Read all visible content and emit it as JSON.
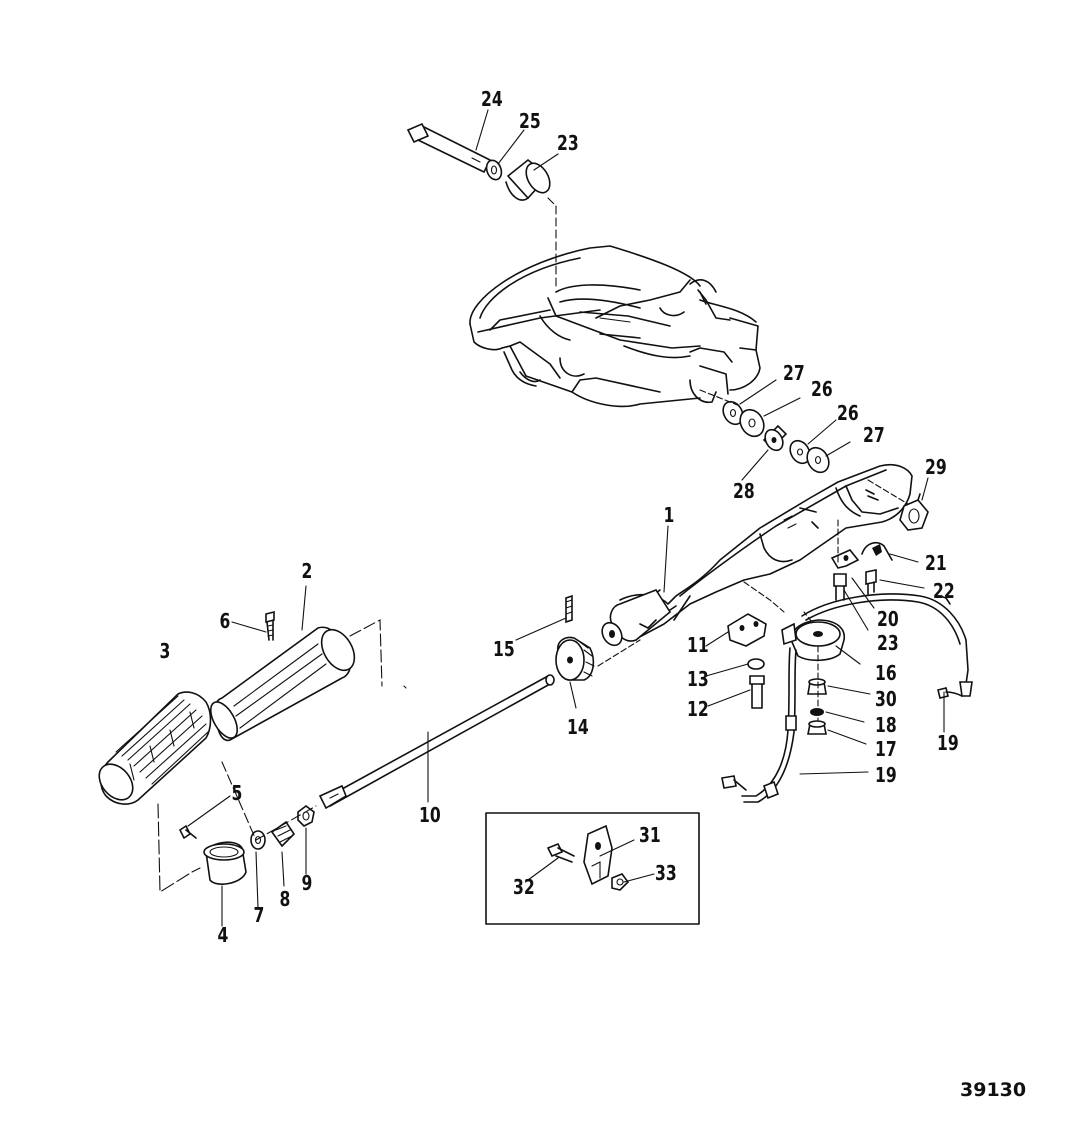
{
  "figure_number": "39130",
  "callouts": [
    "1",
    "2",
    "3",
    "4",
    "5",
    "6",
    "7",
    "8",
    "9",
    "10",
    "11",
    "12",
    "13",
    "14",
    "15",
    "16",
    "17",
    "18",
    "19",
    "20",
    "21",
    "22",
    "23",
    "24",
    "25",
    "26",
    "27",
    "28",
    "29",
    "30",
    "31",
    "32",
    "33"
  ]
}
